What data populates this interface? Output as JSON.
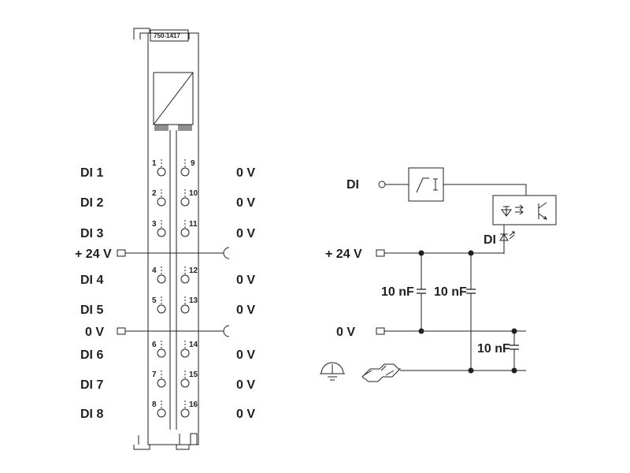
{
  "module": {
    "part_number": "750-1417"
  },
  "left_labels": {
    "di1": "DI 1",
    "di2": "DI 2",
    "di3": "DI 3",
    "v24": "+ 24 V",
    "di4": "DI 4",
    "di5": "DI 5",
    "v0": "0 V",
    "di6": "DI 6",
    "di7": "DI 7",
    "di8": "DI 8"
  },
  "right_labels": {
    "r1": "0 V",
    "r2": "0 V",
    "r3": "0 V",
    "r4": "0 V",
    "r5": "0 V",
    "r6": "0 V",
    "r7": "0 V",
    "r8": "0 V"
  },
  "pins": {
    "p1": "1",
    "p2": "2",
    "p3": "3",
    "p4": "4",
    "p5": "5",
    "p6": "6",
    "p7": "7",
    "p8": "8",
    "p9": "9",
    "p10": "10",
    "p11": "11",
    "p12": "12",
    "p13": "13",
    "p14": "14",
    "p15": "15",
    "p16": "16"
  },
  "schematic": {
    "di_in": "DI",
    "di_led": "DI",
    "v24": "+ 24 V",
    "v0": "0 V",
    "cap1": "10 nF",
    "cap2": "10 nF",
    "cap3": "10 nF"
  },
  "colors": {
    "line": "#231f20",
    "background": "#ffffff"
  }
}
